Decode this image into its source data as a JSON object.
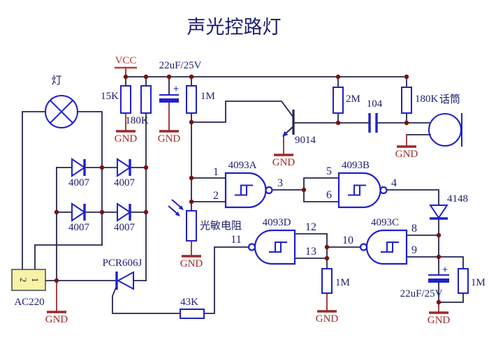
{
  "title": "声光控路灯",
  "colors": {
    "wire": "#252550",
    "component": "#2020cc",
    "label": "#1c1c70",
    "power_red": "#c03535",
    "ground_red": "#9c2b2b",
    "junction": "#7a1010",
    "connector_fill": "#f6f2a6",
    "background": "#ffffff"
  },
  "net": {
    "vcc": "VCC",
    "gnd": "GND"
  },
  "parts": {
    "lamp": "灯",
    "r_15k": "15K",
    "r_180k_left": "180K",
    "c_22uf_top": "22uF/25V",
    "r_1m_top": "1M",
    "r_2m": "2M",
    "c_104": "104",
    "r_180k_right": "180K",
    "microphone": "话筒",
    "transistor": "9014",
    "rectifier_diode": "4007",
    "photoresistor": "光敏电阻",
    "thyristor": "PCR606J",
    "r_43k": "43K",
    "d_4148": "4148",
    "gate_a": "4093A",
    "gate_b": "4093B",
    "gate_c": "4093C",
    "gate_d": "4093D",
    "r_1m_mid": "1M",
    "r_1m_right": "1M",
    "c_22uf_bottom": "22uF/25V",
    "ac_source": "AC220",
    "ac_pin_1": "1",
    "ac_pin_2": "2",
    "plus": "+"
  },
  "pins": {
    "p1": "1",
    "p2": "2",
    "p3": "3",
    "p4": "4",
    "p5": "5",
    "p6": "6",
    "p8": "8",
    "p9": "9",
    "p10": "10",
    "p11": "11",
    "p12": "12",
    "p13": "13"
  }
}
